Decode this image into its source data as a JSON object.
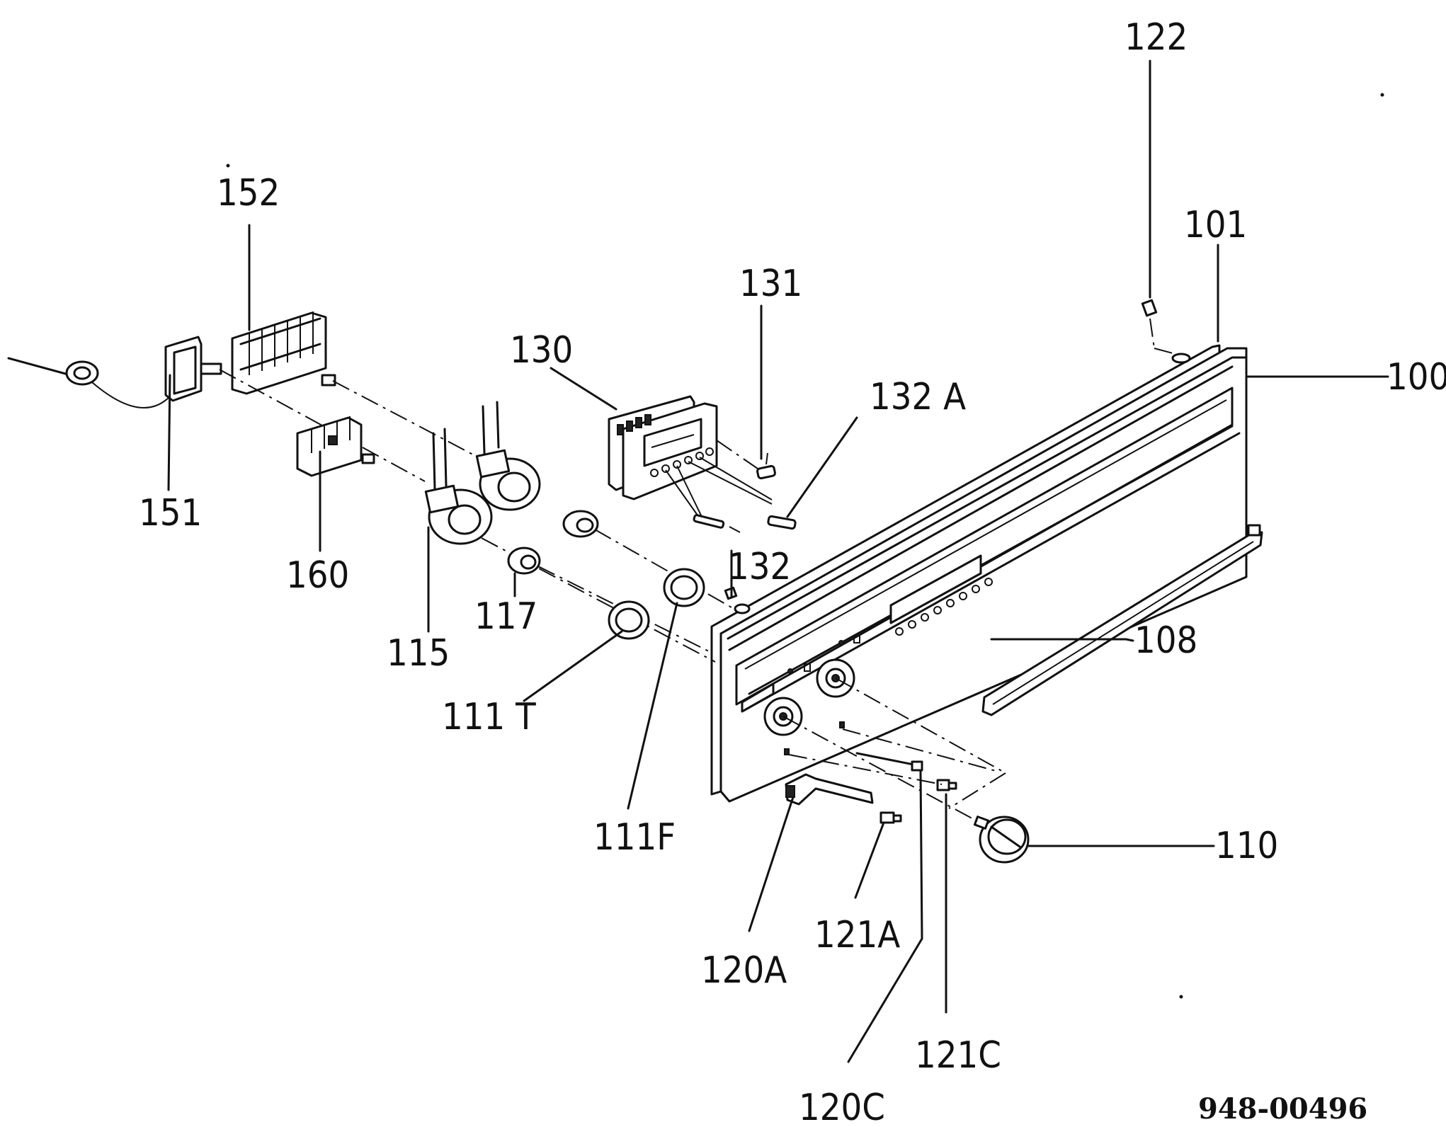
{
  "labels": {
    "p122": "122",
    "p101": "101",
    "p100": "100",
    "p131": "131",
    "p132a": "132 A",
    "p130": "130",
    "p152": "152",
    "p151": "151",
    "p160": "160",
    "p132": "132",
    "p117": "117",
    "p115": "115",
    "p111t": "111 T",
    "p111f": "111F",
    "p108": "108",
    "p110": "110",
    "p120a": "120A",
    "p121a": "121A",
    "p121c": "121C",
    "p120c": "120C"
  },
  "drawing_number": "948-00496"
}
